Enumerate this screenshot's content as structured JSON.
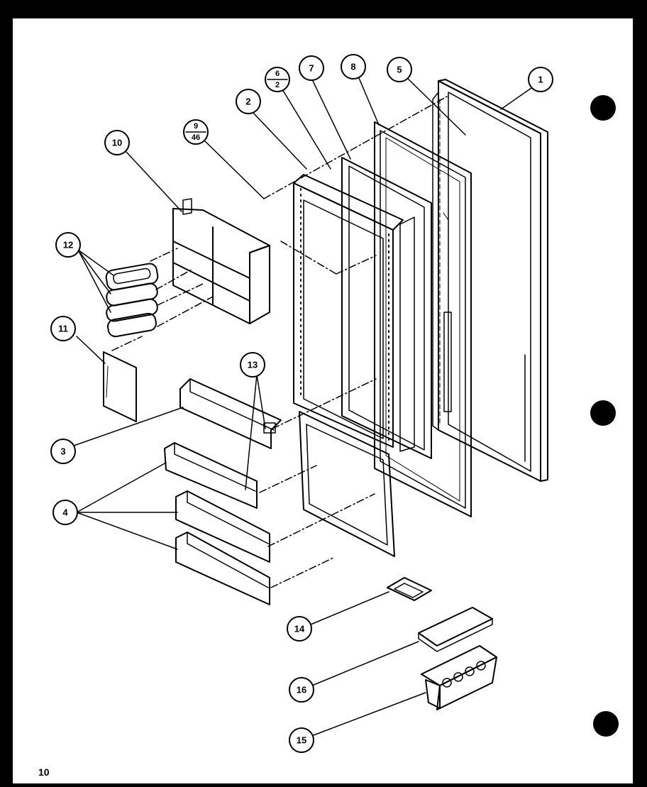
{
  "page_number": "10",
  "callouts": [
    {
      "id": "c1",
      "label": "1"
    },
    {
      "id": "c2",
      "label": "2"
    },
    {
      "id": "c3",
      "label": "3"
    },
    {
      "id": "c4",
      "label": "4"
    },
    {
      "id": "c5",
      "label": "5"
    },
    {
      "id": "c6",
      "top": "6",
      "bottom": "2"
    },
    {
      "id": "c7",
      "label": "7"
    },
    {
      "id": "c8",
      "label": "8"
    },
    {
      "id": "c9",
      "top": "9",
      "bottom": "46"
    },
    {
      "id": "c10",
      "label": "10"
    },
    {
      "id": "c11",
      "label": "11"
    },
    {
      "id": "c12",
      "label": "12"
    },
    {
      "id": "c13",
      "label": "13"
    },
    {
      "id": "c14",
      "label": "14"
    },
    {
      "id": "c15",
      "label": "15"
    },
    {
      "id": "c16",
      "label": "16"
    }
  ]
}
